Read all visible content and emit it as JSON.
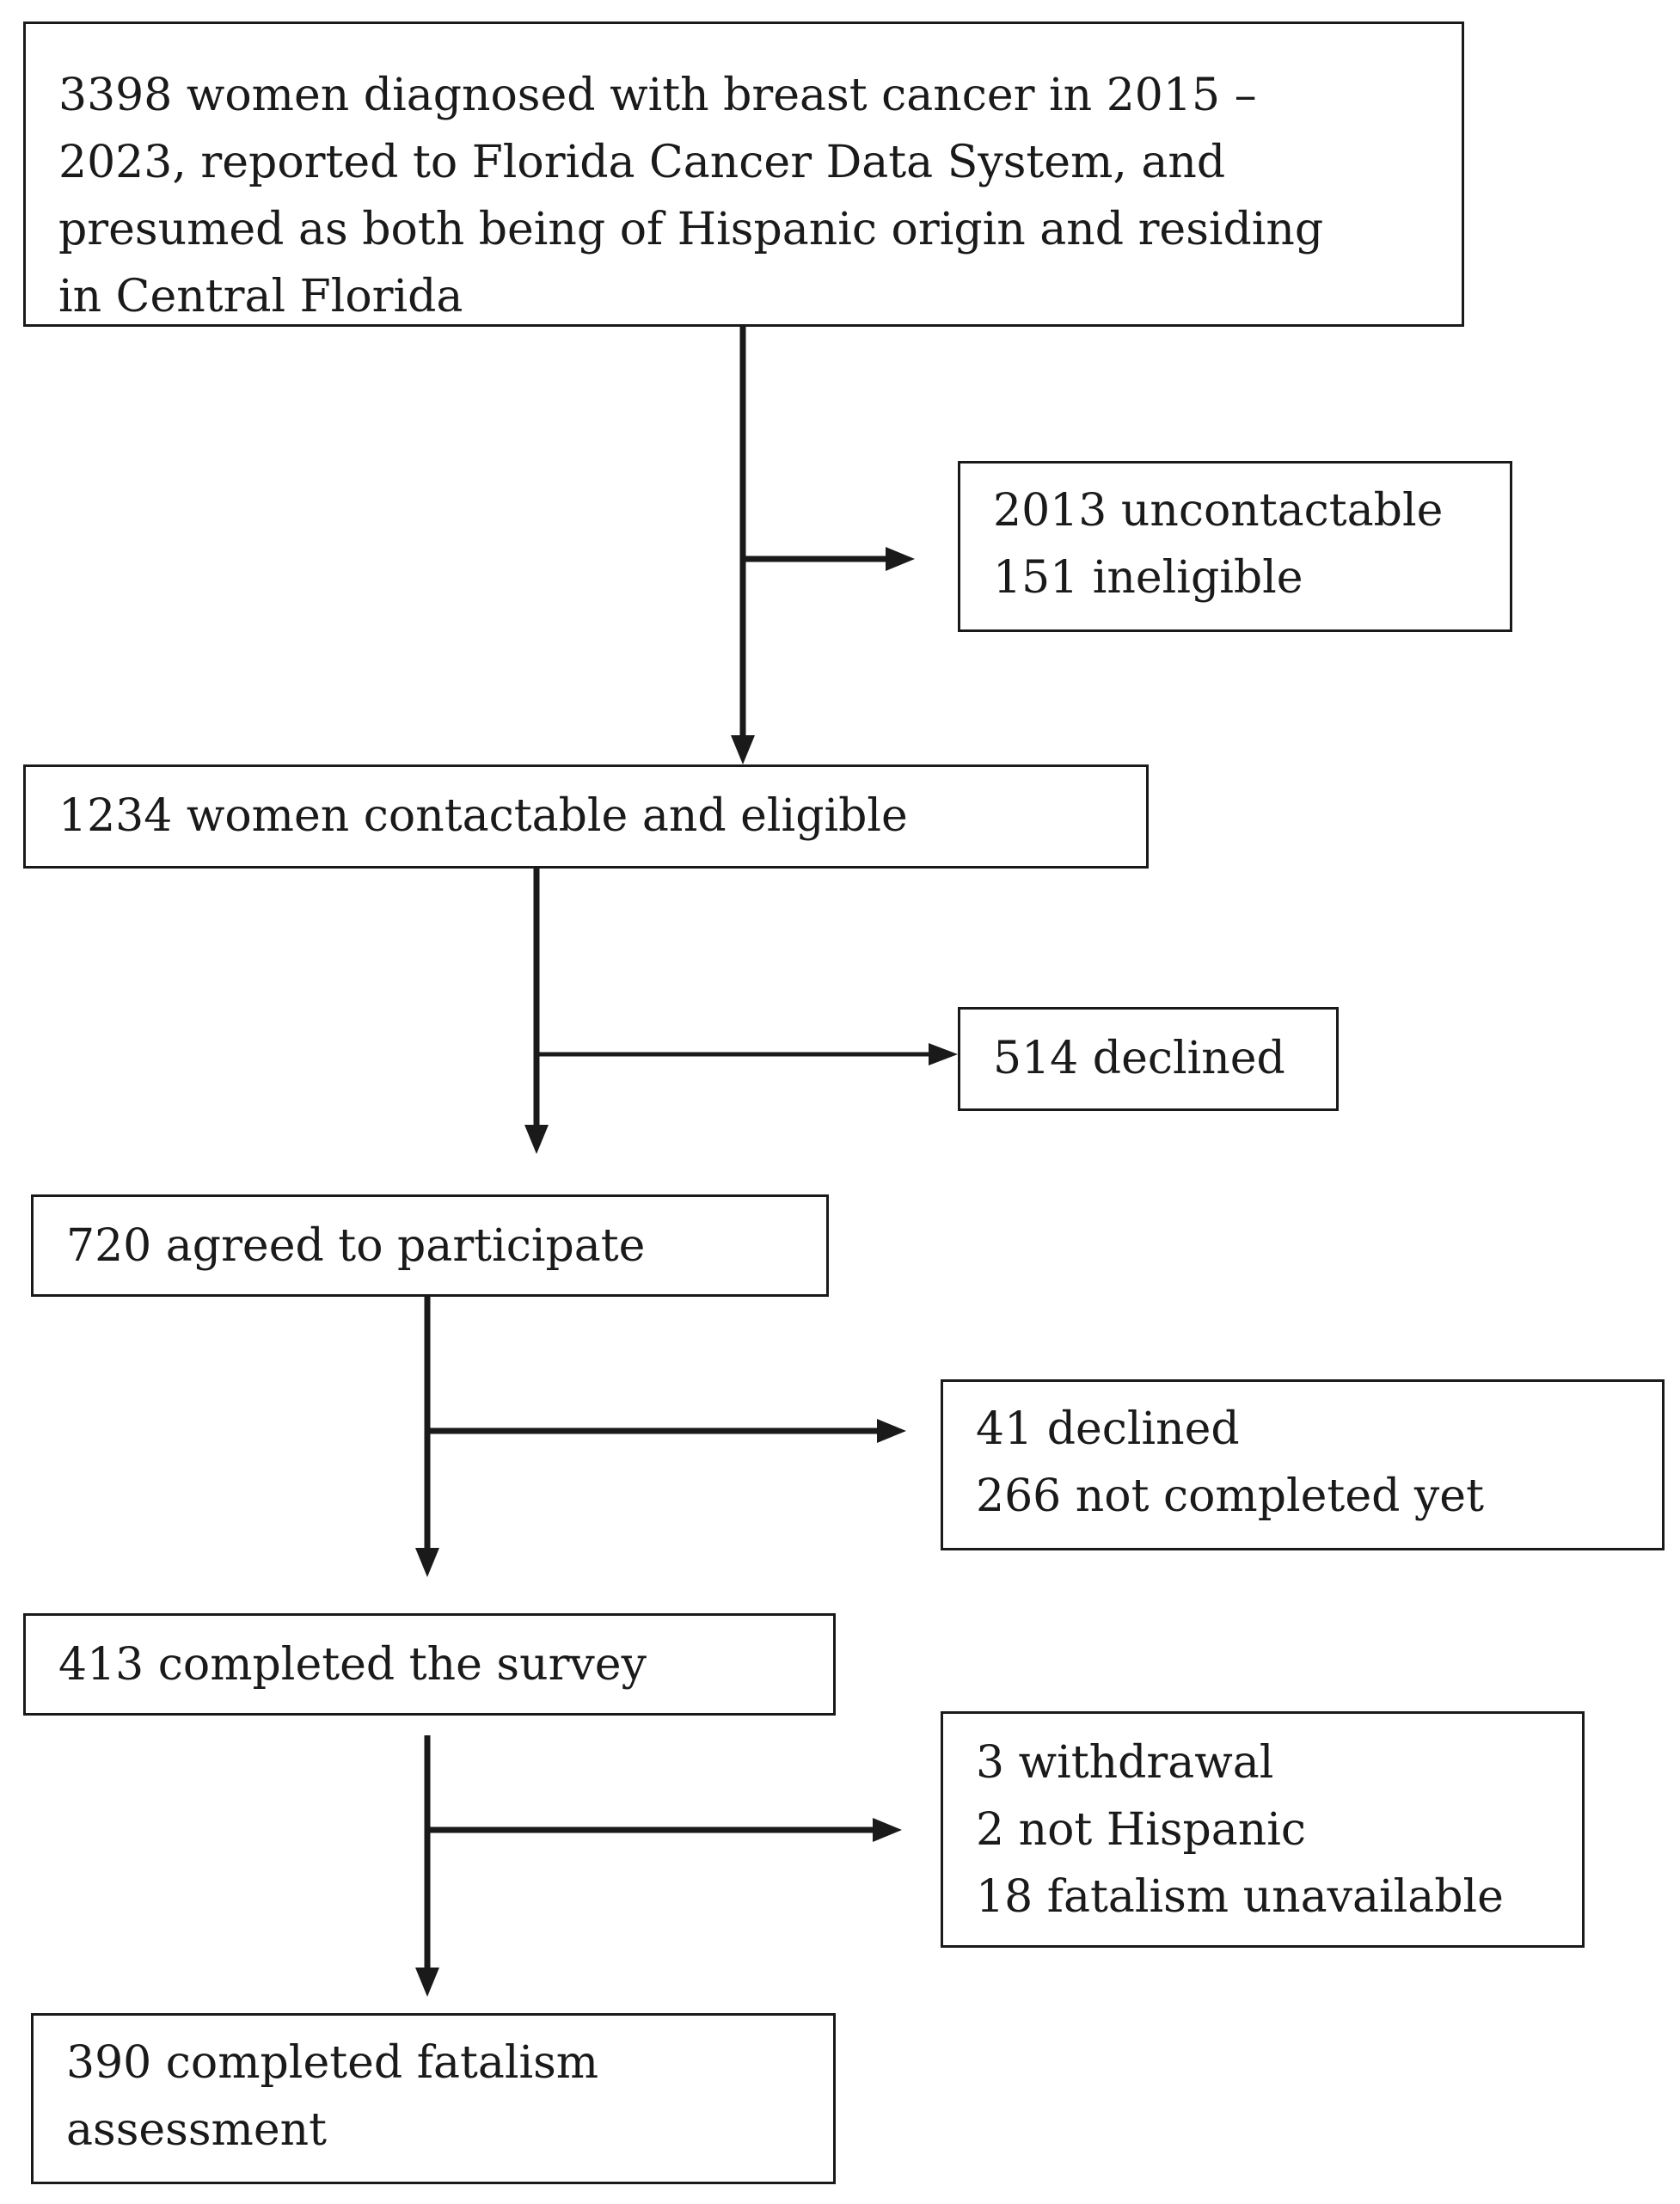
{
  "diagram": {
    "initial": {
      "lines": [
        "3398 women diagnosed with breast cancer in 2015 –",
        "2023, reported to Florida Cancer Data System, and",
        "presumed as both being of Hispanic origin and residing",
        "in Central Florida"
      ]
    },
    "excluded_1": {
      "lines": [
        "2013 uncontactable",
        "151 ineligible"
      ]
    },
    "contactable": {
      "lines": [
        "1234 women contactable and eligible"
      ]
    },
    "declined_1": {
      "lines": [
        "514 declined"
      ]
    },
    "agreed": {
      "lines": [
        "720 agreed to participate"
      ]
    },
    "excluded_2": {
      "lines": [
        "41 declined",
        "266 not completed yet"
      ]
    },
    "completed": {
      "lines": [
        "413 completed the survey"
      ]
    },
    "excluded_3": {
      "lines": [
        "3 withdrawal",
        "2 not Hispanic",
        "18 fatalism unavailable"
      ]
    },
    "final": {
      "lines": [
        "390 completed fatalism",
        "assessment"
      ]
    }
  }
}
